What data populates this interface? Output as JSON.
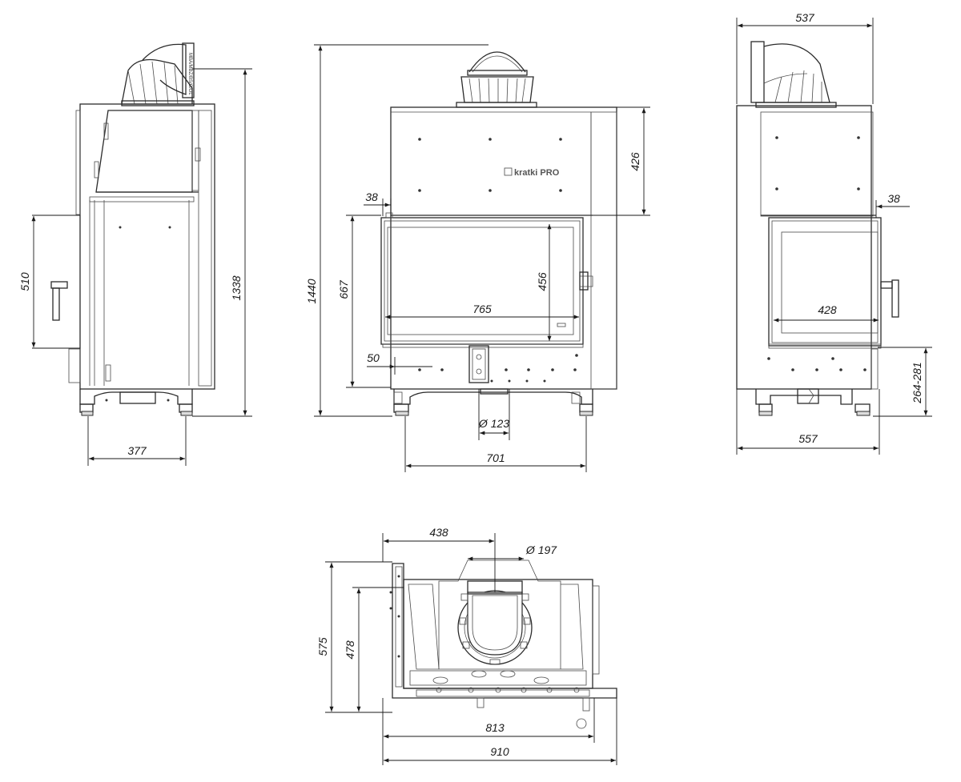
{
  "brand": "kratki PRO",
  "stamp": "MBA/MBZ/BS/G/DL",
  "dims": {
    "d537": "537",
    "d1338": "1338",
    "d1440": "1440",
    "d426": "426",
    "d38a": "38",
    "d38b": "38",
    "d510": "510",
    "d667": "667",
    "d456": "456",
    "d765": "765",
    "d428": "428",
    "d50": "50",
    "d264": "264-281",
    "d123": "Ø 123",
    "d377": "377",
    "d701": "701",
    "d557": "557",
    "d438": "438",
    "d197": "Ø 197",
    "d575": "575",
    "d478": "478",
    "d813": "813",
    "d910": "910"
  },
  "colors": {
    "line": "#2b2b2b",
    "fill": "#dcdcdc"
  }
}
